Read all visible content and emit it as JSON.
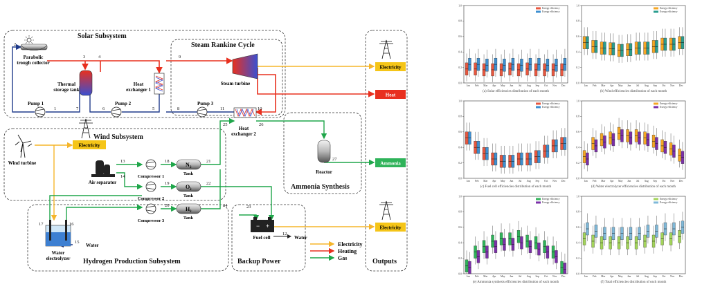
{
  "diagram": {
    "subsystems": {
      "solar": "Solar Subsystem",
      "steam": "Steam Rankine Cycle",
      "wind": "Wind Subsystem",
      "ammonia": "Ammonia Synthesis",
      "hydrogen": "Hydrogen Production Subsystem",
      "backup": "Backup Power",
      "outputs": "Outputs"
    },
    "components": {
      "trough": [
        "Parabolic",
        "trough collector"
      ],
      "thermal": [
        "Thermal",
        "storage tank"
      ],
      "hx1": [
        "Heat",
        "exchanger 1"
      ],
      "turbine": "Steam turbine",
      "pump1": "Pump 1",
      "pump2": "Pump 2",
      "pump3": "Pump 3",
      "hx2": [
        "Heat",
        "exchanger 2"
      ],
      "wind_turbine": "Wind turbine",
      "air_sep": "Air separator",
      "comp1": "Compressor 1",
      "comp2": "Compressor 2",
      "comp3": "Compressor 3",
      "tank": "Tank",
      "n2": "N",
      "o2": "O",
      "h2": "H",
      "sub2": "2",
      "reactor": "Reactor",
      "electrolyzer": [
        "Water",
        "electrolyzer"
      ],
      "fuel_cell": "Fuel cell",
      "water": "Water"
    },
    "outputs": {
      "electricity": "Electricity",
      "heat": "Heat",
      "ammonia": "Ammonia"
    },
    "legend": {
      "electricity": "Electricity",
      "heating": "Heating",
      "gas": "Gas"
    },
    "stream_numbers": [
      "1",
      "2",
      "3",
      "4",
      "5",
      "6",
      "7",
      "8",
      "9",
      "10",
      "11",
      "12",
      "13",
      "14",
      "15",
      "16",
      "17",
      "18",
      "19",
      "20",
      "21",
      "22",
      "23",
      "24",
      "25",
      "26",
      "27"
    ],
    "colors": {
      "electricity": "#f5b52a",
      "heating": "#e8301f",
      "gas": "#1fa64a",
      "water": "#1f3a8a",
      "label_bg": "#f5c518",
      "heat_bg": "#e8301f",
      "ammonia_bg": "#2fb35a"
    }
  },
  "chart_data": [
    {
      "type": "box",
      "caption": "(a) Solar efficiencies distribution of each month",
      "series": [
        {
          "name": "Energy efficiency",
          "color": "#e8573f",
          "medians": [
            0.18,
            0.18,
            0.17,
            0.17,
            0.17,
            0.18,
            0.17,
            0.18,
            0.17,
            0.17,
            0.17,
            0.17
          ]
        },
        {
          "name": "Exergy efficiency",
          "color": "#3d8fd1",
          "medians": [
            0.24,
            0.24,
            0.23,
            0.24,
            0.23,
            0.24,
            0.23,
            0.24,
            0.24,
            0.23,
            0.23,
            0.24
          ]
        }
      ],
      "categories": [
        "Jan",
        "Feb",
        "Mar",
        "Apr",
        "May",
        "Jun",
        "Jul",
        "Aug",
        "Sep",
        "Oct",
        "Nov",
        "Dec"
      ],
      "ylim": [
        0,
        1.0
      ]
    },
    {
      "type": "box",
      "caption": "(b) Wind efficiencies distribution of each month",
      "series": [
        {
          "name": "Energy efficiency",
          "color": "#f5a623",
          "medians": [
            0.52,
            0.47,
            0.45,
            0.44,
            0.42,
            0.43,
            0.45,
            0.45,
            0.47,
            0.5,
            0.5,
            0.52
          ]
        },
        {
          "name": "Exergy efficiency",
          "color": "#2a9d8f",
          "medians": [
            0.52,
            0.47,
            0.45,
            0.44,
            0.42,
            0.43,
            0.45,
            0.45,
            0.47,
            0.5,
            0.5,
            0.52
          ]
        }
      ],
      "categories": [
        "Jan",
        "Feb",
        "Mar",
        "Apr",
        "May",
        "Jun",
        "Jul",
        "Aug",
        "Sep",
        "Oct",
        "Nov",
        "Dec"
      ],
      "ylim": [
        0,
        1.0
      ]
    },
    {
      "type": "box",
      "caption": "(c) Fuel cell efficiencies distribution of each month",
      "series": [
        {
          "name": "Energy efficiency",
          "color": "#e8573f",
          "medians": [
            0.52,
            0.4,
            0.32,
            0.25,
            0.22,
            0.22,
            0.25,
            0.25,
            0.28,
            0.35,
            0.42,
            0.45
          ]
        },
        {
          "name": "Exergy efficiency",
          "color": "#3d8fd1",
          "medians": [
            0.52,
            0.4,
            0.32,
            0.25,
            0.22,
            0.22,
            0.25,
            0.25,
            0.28,
            0.35,
            0.42,
            0.45
          ]
        }
      ],
      "categories": [
        "Jan",
        "Feb",
        "Mar",
        "Apr",
        "May",
        "Jun",
        "Jul",
        "Aug",
        "Sep",
        "Oct",
        "Nov",
        "Dec"
      ],
      "ylim": [
        0,
        1.0
      ]
    },
    {
      "type": "box",
      "caption": "(d) Water electrolyzer efficiencies distribution of each month",
      "series": [
        {
          "name": "Energy efficiency",
          "color": "#f5a623",
          "medians": [
            0.28,
            0.45,
            0.5,
            0.52,
            0.58,
            0.55,
            0.55,
            0.52,
            0.48,
            0.42,
            0.38,
            0.3
          ]
        },
        {
          "name": "Exergy efficiency",
          "color": "#7b2fa8",
          "medians": [
            0.25,
            0.42,
            0.47,
            0.5,
            0.55,
            0.52,
            0.52,
            0.5,
            0.45,
            0.4,
            0.35,
            0.27
          ]
        }
      ],
      "categories": [
        "Jan",
        "Feb",
        "Mar",
        "Apr",
        "May",
        "Jun",
        "Jul",
        "Aug",
        "Sep",
        "Oct",
        "Nov",
        "Dec"
      ],
      "ylim": [
        0,
        1.0
      ]
    },
    {
      "type": "box",
      "caption": "(e) Ammonia synthesis efficiencies distribution of each month",
      "series": [
        {
          "name": "Energy efficiency",
          "color": "#2fb35a",
          "medians": [
            0.1,
            0.28,
            0.35,
            0.42,
            0.45,
            0.45,
            0.48,
            0.42,
            0.4,
            0.35,
            0.28,
            0.08
          ]
        },
        {
          "name": "Exergy efficiency",
          "color": "#7b2fa8",
          "medians": [
            0.08,
            0.22,
            0.28,
            0.35,
            0.38,
            0.38,
            0.4,
            0.35,
            0.32,
            0.28,
            0.22,
            0.06
          ]
        }
      ],
      "categories": [
        "Jan",
        "Feb",
        "Mar",
        "Apr",
        "May",
        "Jun",
        "Jul",
        "Aug",
        "Sep",
        "Oct",
        "Nov",
        "Dec"
      ],
      "ylim": [
        0,
        1.0
      ]
    },
    {
      "type": "box",
      "caption": "(f) Total efficiencies distribution of each month",
      "series": [
        {
          "name": "Energy efficiency",
          "color": "#a3d45a",
          "medians": [
            0.45,
            0.42,
            0.4,
            0.4,
            0.4,
            0.4,
            0.4,
            0.42,
            0.42,
            0.45,
            0.45,
            0.48
          ]
        },
        {
          "name": "Exergy efficiency",
          "color": "#7fb8d8",
          "medians": [
            0.58,
            0.55,
            0.52,
            0.52,
            0.52,
            0.52,
            0.52,
            0.55,
            0.55,
            0.58,
            0.58,
            0.6
          ]
        }
      ],
      "categories": [
        "Jan",
        "Feb",
        "Mar",
        "Apr",
        "May",
        "Jun",
        "Jul",
        "Aug",
        "Sep",
        "Oct",
        "Nov",
        "Dec"
      ],
      "ylim": [
        0,
        1.0
      ]
    }
  ]
}
